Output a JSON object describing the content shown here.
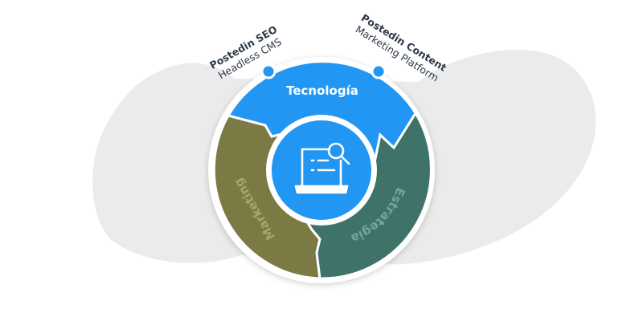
{
  "diagram": {
    "segments": {
      "tecnologia": {
        "label": "Tecnología",
        "color": "#2196F3"
      },
      "estrategia": {
        "label": "Estrategia",
        "color": "#3F7369"
      },
      "marketing": {
        "label": "Marketing",
        "color": "#7C7A44"
      }
    },
    "annotations": {
      "left": {
        "line1": "Postedin SEO",
        "line2": "Headless CMS"
      },
      "right": {
        "line1": "Postedin Content",
        "line2": "Marketing Platform"
      }
    },
    "colors": {
      "blob": "#EBEBEB",
      "hub": "#2196F3",
      "ring_border": "#ffffff",
      "tecnologia_label": "#ffffff",
      "estrategia_label": "#6FA99C",
      "marketing_label": "#A6A56F",
      "icon": "#ffffff"
    },
    "hub_icon": "laptop-search-icon"
  }
}
